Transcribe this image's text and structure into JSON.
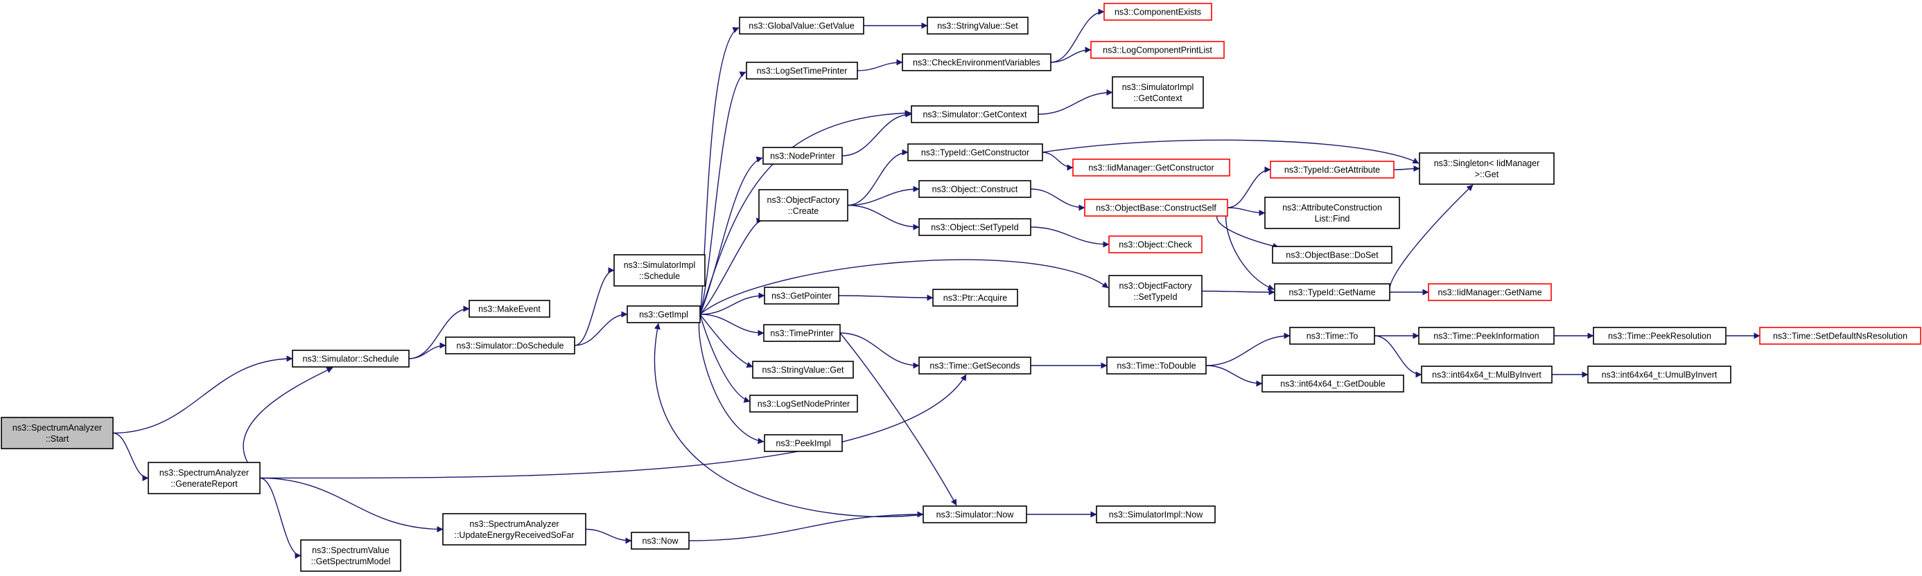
{
  "colors": {
    "edge": "#191970",
    "node_border": "#000000",
    "truncated_border": "#ff0000",
    "root_fill": "#bfbfbf",
    "node_fill": "#ffffff"
  },
  "nodes": [
    {
      "id": "start",
      "lines": [
        "ns3::SpectrumAnalyzer",
        "::Start"
      ],
      "style": "root"
    },
    {
      "id": "schedule",
      "lines": [
        "ns3::Simulator::Schedule"
      ],
      "style": "normal"
    },
    {
      "id": "genreport",
      "lines": [
        "ns3::SpectrumAnalyzer",
        "::GenerateReport"
      ],
      "style": "normal"
    },
    {
      "id": "makeevent",
      "lines": [
        "ns3::MakeEvent"
      ],
      "style": "normal"
    },
    {
      "id": "doschedule",
      "lines": [
        "ns3::Simulator::DoSchedule"
      ],
      "style": "normal"
    },
    {
      "id": "simimplschedule",
      "lines": [
        "ns3::SimulatorImpl",
        "::Schedule"
      ],
      "style": "normal"
    },
    {
      "id": "getimpl",
      "lines": [
        "ns3::GetImpl"
      ],
      "style": "normal"
    },
    {
      "id": "globalvalueget",
      "lines": [
        "ns3::GlobalValue::GetValue"
      ],
      "style": "normal"
    },
    {
      "id": "logsettimeprinter",
      "lines": [
        "ns3::LogSetTimePrinter"
      ],
      "style": "normal"
    },
    {
      "id": "nodeprinter",
      "lines": [
        "ns3::NodePrinter"
      ],
      "style": "normal"
    },
    {
      "id": "objfactorycreate",
      "lines": [
        "ns3::ObjectFactory",
        "::Create"
      ],
      "style": "normal"
    },
    {
      "id": "getpointer",
      "lines": [
        "ns3::GetPointer"
      ],
      "style": "normal"
    },
    {
      "id": "timeprinter",
      "lines": [
        "ns3::TimePrinter"
      ],
      "style": "normal"
    },
    {
      "id": "stringvalueget",
      "lines": [
        "ns3::StringValue::Get"
      ],
      "style": "normal"
    },
    {
      "id": "logsetnodeprinter",
      "lines": [
        "ns3::LogSetNodePrinter"
      ],
      "style": "normal"
    },
    {
      "id": "peekimpl",
      "lines": [
        "ns3::PeekImpl"
      ],
      "style": "normal"
    },
    {
      "id": "stringvalueset",
      "lines": [
        "ns3::StringValue::Set"
      ],
      "style": "normal"
    },
    {
      "id": "checkenv",
      "lines": [
        "ns3::CheckEnvironmentVariables"
      ],
      "style": "normal"
    },
    {
      "id": "componentexists",
      "lines": [
        "ns3::ComponentExists"
      ],
      "style": "truncated"
    },
    {
      "id": "logcomponentprintlist",
      "lines": [
        "ns3::LogComponentPrintList"
      ],
      "style": "truncated"
    },
    {
      "id": "simgetcontext",
      "lines": [
        "ns3::Simulator::GetContext"
      ],
      "style": "normal"
    },
    {
      "id": "simimplgetcontext",
      "lines": [
        "ns3::SimulatorImpl",
        "::GetContext"
      ],
      "style": "normal"
    },
    {
      "id": "typeidgetconstructor",
      "lines": [
        "ns3::TypeId::GetConstructor"
      ],
      "style": "normal"
    },
    {
      "id": "iidmanagergetconstructor",
      "lines": [
        "ns3::IidManager::GetConstructor"
      ],
      "style": "truncated"
    },
    {
      "id": "objectconstruct",
      "lines": [
        "ns3::Object::Construct"
      ],
      "style": "normal"
    },
    {
      "id": "objectsettypeid",
      "lines": [
        "ns3::Object::SetTypeId"
      ],
      "style": "normal"
    },
    {
      "id": "objectbaseconstructself",
      "lines": [
        "ns3::ObjectBase::ConstructSelf"
      ],
      "style": "truncated"
    },
    {
      "id": "objectcheck",
      "lines": [
        "ns3::Object::Check"
      ],
      "style": "truncated"
    },
    {
      "id": "typeidgetattribute",
      "lines": [
        "ns3::TypeId::GetAttribute"
      ],
      "style": "truncated"
    },
    {
      "id": "attrconstructionlistfind",
      "lines": [
        "ns3::AttributeConstruction",
        "List::Find"
      ],
      "style": "normal"
    },
    {
      "id": "objectbasedoset",
      "lines": [
        "ns3::ObjectBase::DoSet"
      ],
      "style": "normal"
    },
    {
      "id": "singletonget",
      "lines": [
        "ns3::Singleton< IidManager",
        ">::Get"
      ],
      "style": "normal"
    },
    {
      "id": "objfactorysettypeid",
      "lines": [
        "ns3::ObjectFactory",
        "::SetTypeId"
      ],
      "style": "normal"
    },
    {
      "id": "typeidgetname",
      "lines": [
        "ns3::TypeId::GetName"
      ],
      "style": "normal"
    },
    {
      "id": "iidmanagergetname",
      "lines": [
        "ns3::IidManager::GetName"
      ],
      "style": "truncated"
    },
    {
      "id": "ptracquire",
      "lines": [
        "ns3::Ptr::Acquire"
      ],
      "style": "normal"
    },
    {
      "id": "timegetseconds",
      "lines": [
        "ns3::Time::GetSeconds"
      ],
      "style": "normal"
    },
    {
      "id": "timetodouble",
      "lines": [
        "ns3::Time::ToDouble"
      ],
      "style": "normal"
    },
    {
      "id": "timeto",
      "lines": [
        "ns3::Time::To"
      ],
      "style": "normal"
    },
    {
      "id": "int64getdouble",
      "lines": [
        "ns3::int64x64_t::GetDouble"
      ],
      "style": "normal"
    },
    {
      "id": "timepeekinformation",
      "lines": [
        "ns3::Time::PeekInformation"
      ],
      "style": "normal"
    },
    {
      "id": "timepeekresolution",
      "lines": [
        "ns3::Time::PeekResolution"
      ],
      "style": "normal"
    },
    {
      "id": "timesetdefaultnsresolution",
      "lines": [
        "ns3::Time::SetDefaultNsResolution"
      ],
      "style": "truncated"
    },
    {
      "id": "int64mulbyinvert",
      "lines": [
        "ns3::int64x64_t::MulByInvert"
      ],
      "style": "normal"
    },
    {
      "id": "int64umulbyinvert",
      "lines": [
        "ns3::int64x64_t::UmulByInvert"
      ],
      "style": "normal"
    },
    {
      "id": "spectrumvaluegetmodel",
      "lines": [
        "ns3::SpectrumValue",
        "::GetSpectrumModel"
      ],
      "style": "normal"
    },
    {
      "id": "updateenergy",
      "lines": [
        "ns3::SpectrumAnalyzer",
        "::UpdateEnergyReceivedSoFar"
      ],
      "style": "normal"
    },
    {
      "id": "now",
      "lines": [
        "ns3::Now"
      ],
      "style": "normal"
    },
    {
      "id": "simulatornow",
      "lines": [
        "ns3::Simulator::Now"
      ],
      "style": "normal"
    },
    {
      "id": "simimplnow",
      "lines": [
        "ns3::SimulatorImpl::Now"
      ],
      "style": "normal"
    }
  ],
  "edges": [
    [
      "start",
      "schedule"
    ],
    [
      "start",
      "genreport"
    ],
    [
      "schedule",
      "makeevent"
    ],
    [
      "schedule",
      "doschedule"
    ],
    [
      "genreport",
      "schedule"
    ],
    [
      "genreport",
      "timegetseconds"
    ],
    [
      "genreport",
      "spectrumvaluegetmodel"
    ],
    [
      "genreport",
      "updateenergy"
    ],
    [
      "doschedule",
      "simimplschedule"
    ],
    [
      "doschedule",
      "getimpl"
    ],
    [
      "getimpl",
      "globalvalueget"
    ],
    [
      "getimpl",
      "logsettimeprinter"
    ],
    [
      "getimpl",
      "simgetcontext"
    ],
    [
      "getimpl",
      "nodeprinter"
    ],
    [
      "getimpl",
      "objfactorycreate"
    ],
    [
      "getimpl",
      "objfactorysettypeid"
    ],
    [
      "getimpl",
      "getpointer"
    ],
    [
      "getimpl",
      "timeprinter"
    ],
    [
      "getimpl",
      "stringvalueget"
    ],
    [
      "getimpl",
      "logsetnodeprinter"
    ],
    [
      "getimpl",
      "peekimpl"
    ],
    [
      "globalvalueget",
      "stringvalueset"
    ],
    [
      "logsettimeprinter",
      "checkenv"
    ],
    [
      "checkenv",
      "componentexists"
    ],
    [
      "checkenv",
      "logcomponentprintlist"
    ],
    [
      "nodeprinter",
      "simgetcontext"
    ],
    [
      "simgetcontext",
      "simimplgetcontext"
    ],
    [
      "objfactorycreate",
      "typeidgetconstructor"
    ],
    [
      "objfactorycreate",
      "objectconstruct"
    ],
    [
      "objfactorycreate",
      "objectsettypeid"
    ],
    [
      "typeidgetconstructor",
      "iidmanagergetconstructor"
    ],
    [
      "typeidgetconstructor",
      "singletonget"
    ],
    [
      "objectconstruct",
      "objectbaseconstructself"
    ],
    [
      "objectsettypeid",
      "objectcheck"
    ],
    [
      "objectbaseconstructself",
      "typeidgetattribute"
    ],
    [
      "objectbaseconstructself",
      "attrconstructionlistfind"
    ],
    [
      "objectbaseconstructself",
      "objectbasedoset"
    ],
    [
      "objectbaseconstructself",
      "typeidgetname"
    ],
    [
      "typeidgetattribute",
      "singletonget"
    ],
    [
      "objfactorysettypeid",
      "typeidgetname"
    ],
    [
      "typeidgetname",
      "singletonget"
    ],
    [
      "typeidgetname",
      "iidmanagergetname"
    ],
    [
      "getpointer",
      "ptracquire"
    ],
    [
      "timeprinter",
      "timegetseconds"
    ],
    [
      "timeprinter",
      "simulatornow"
    ],
    [
      "timegetseconds",
      "timetodouble"
    ],
    [
      "timetodouble",
      "timeto"
    ],
    [
      "timetodouble",
      "int64getdouble"
    ],
    [
      "timeto",
      "timepeekinformation"
    ],
    [
      "timeto",
      "int64mulbyinvert"
    ],
    [
      "timepeekinformation",
      "timepeekresolution"
    ],
    [
      "timepeekresolution",
      "timesetdefaultnsresolution"
    ],
    [
      "int64mulbyinvert",
      "int64umulbyinvert"
    ],
    [
      "updateenergy",
      "now"
    ],
    [
      "now",
      "simulatornow"
    ],
    [
      "simulatornow",
      "getimpl"
    ],
    [
      "simulatornow",
      "simimplnow"
    ]
  ]
}
